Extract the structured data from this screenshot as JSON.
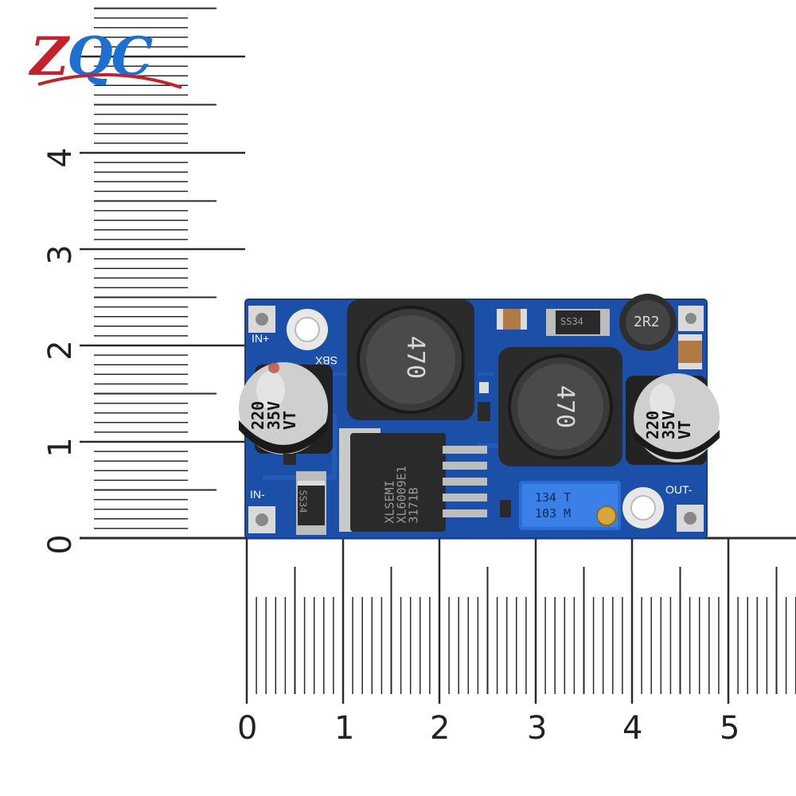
{
  "logo": {
    "text": "ZQC",
    "colors": {
      "z": "#c8202a",
      "q": "#1d6fd1"
    }
  },
  "ruler": {
    "vertical_labels": [
      "0",
      "1",
      "2",
      "3",
      "4"
    ],
    "horizontal_labels": [
      "0",
      "1",
      "2",
      "3",
      "4",
      "5"
    ]
  },
  "board": {
    "color": "#1b4fa8",
    "silkscreen": {
      "in_plus": "IN+",
      "in_minus": "IN-",
      "out_minus": "OUT-",
      "brand": "SBX"
    },
    "inductor_left": {
      "marking": "470"
    },
    "inductor_right": {
      "marking": "470"
    },
    "small_inductor": {
      "marking": "2R2"
    },
    "cap_left": {
      "line1": "220",
      "line2": "35V",
      "line3": "VT"
    },
    "cap_right": {
      "line1": "220",
      "line2": "35V",
      "line3": "VT"
    },
    "ic": {
      "line1": "XLSEMI",
      "line2": "XL6009E1",
      "line3": "3171B"
    },
    "diode_top": {
      "marking": "SS34"
    },
    "diode_bottom": {
      "marking": "SS34"
    },
    "trimpot": {
      "line1": "134  T",
      "line2": "103  M"
    }
  }
}
